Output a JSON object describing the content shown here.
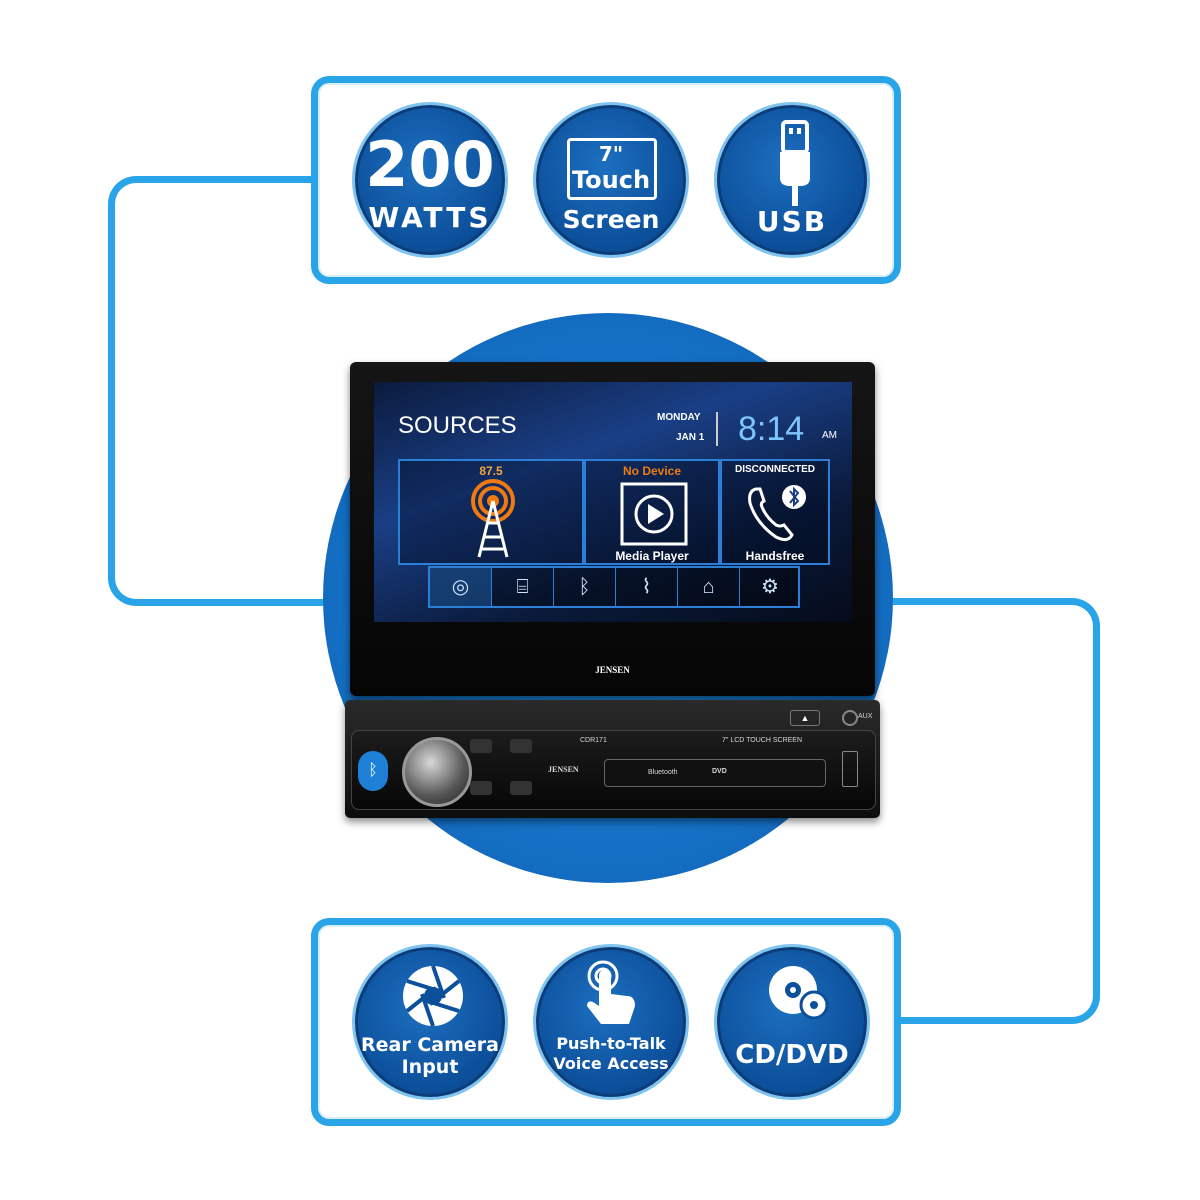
{
  "features_top": [
    {
      "id": "power",
      "line1": "200",
      "line2": "WATTS"
    },
    {
      "id": "screen",
      "line1": "7\"",
      "line2": "Touch",
      "line3": "Screen"
    },
    {
      "id": "usb",
      "line1": "USB",
      "icon": "usb-plug-icon"
    }
  ],
  "features_bottom": [
    {
      "id": "camera",
      "line1": "Rear Camera",
      "line2": "Input",
      "icon": "camera-aperture-icon"
    },
    {
      "id": "ptt",
      "line1": "Push-to-Talk",
      "line2": "Voice Access",
      "icon": "touch-hand-icon"
    },
    {
      "id": "disc",
      "line1": "CD/DVD",
      "icon": "disc-icon"
    }
  ],
  "lcd": {
    "title": "SOURCES",
    "day": "MONDAY",
    "date": "JAN 1",
    "time": "8:14",
    "ampm": "AM",
    "tiles": [
      {
        "top": "87.5",
        "bottom": "",
        "icon": "radio-tower-icon"
      },
      {
        "top": "No Device",
        "bottom": "Media Player",
        "icon": "media-play-icon"
      },
      {
        "top": "DISCONNECTED",
        "bottom": "Handsfree",
        "icon": "phone-bluetooth-icon"
      }
    ],
    "dock_icons": [
      "disc-icon",
      "usb-icon",
      "bluetooth-icon",
      "aux-icon",
      "camera-icon",
      "settings-icon"
    ]
  },
  "unit": {
    "brand": "JENSEN",
    "model": "CDR171",
    "spec": "7\" LCD TOUCH SCREEN",
    "bt": "Bluetooth",
    "dvd": "DVD",
    "aux": "AUX"
  },
  "colors": {
    "accent": "#29a4e8",
    "badge": "#0c4f9a",
    "lcd_accent": "#2b7fd6",
    "orange": "#f07a10"
  }
}
